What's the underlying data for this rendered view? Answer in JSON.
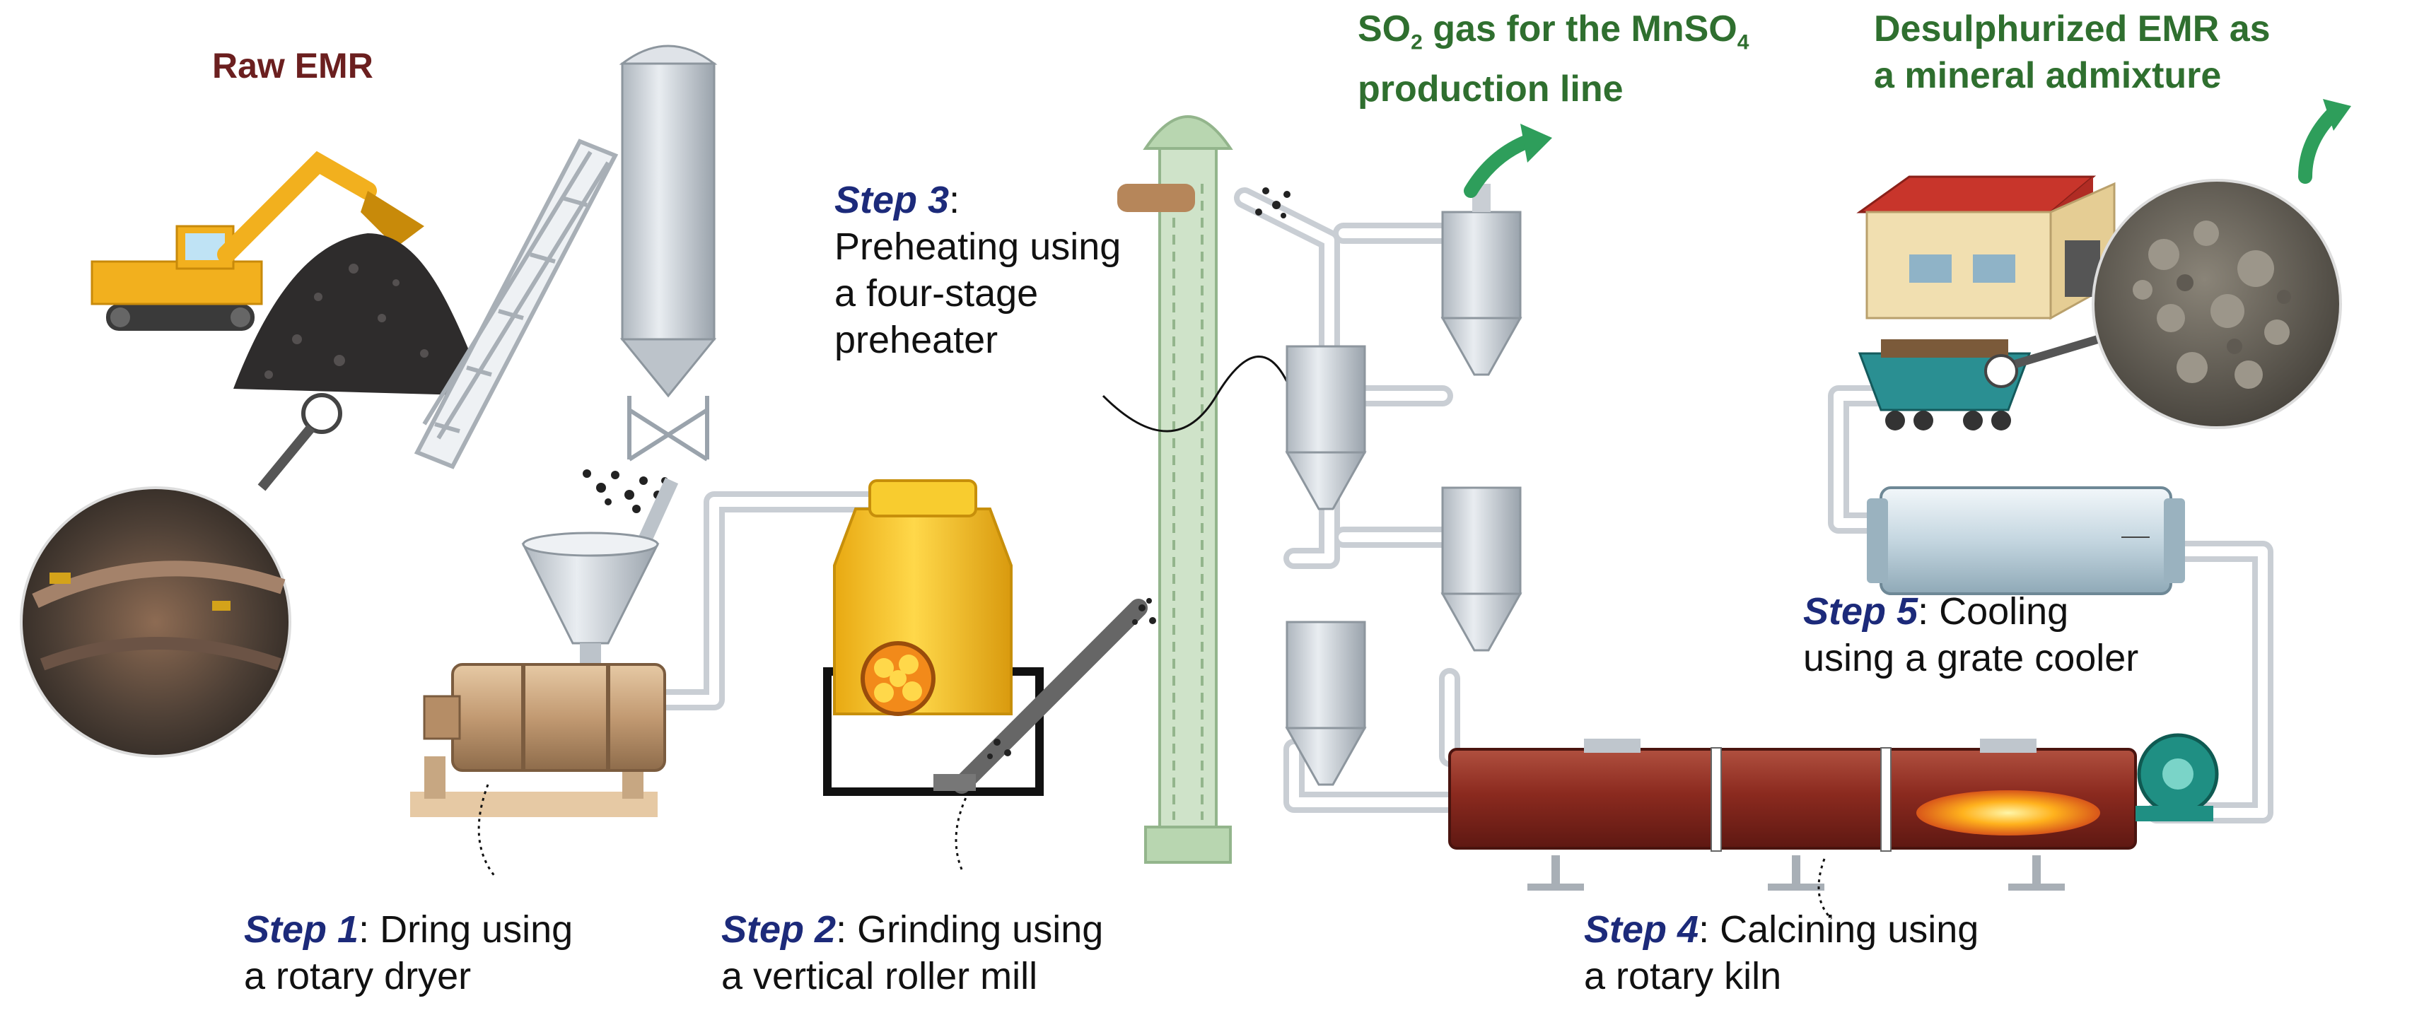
{
  "title_raw": "Raw EMR",
  "so2_gas": {
    "line1_prefix": "SO",
    "line1_sub": "2",
    "line1_mid": " gas for the MnSO",
    "line1_sub2": "4",
    "line2": "production line"
  },
  "desulphurized": {
    "line1": "Desulphurized EMR as",
    "line2": "a mineral admixture"
  },
  "steps": [
    {
      "id": "step1",
      "label": "Step 1",
      "line1": ": Dring  using",
      "line2": "a rotary dryer"
    },
    {
      "id": "step2",
      "label": "Step 2",
      "line1": ":  Grinding using",
      "line2": "a vertical roller mill"
    },
    {
      "id": "step3",
      "label": "Step 3",
      "line1": ":",
      "line2": "Preheating using",
      "line3": "a four-stage",
      "line4": "preheater"
    },
    {
      "id": "step4",
      "label": "Step 4",
      "line1": ":  Calcining  using",
      "line2": "a rotary kiln"
    },
    {
      "id": "step5",
      "label": "Step 5",
      "line1": ":  Cooling",
      "line2": "using a grate cooler"
    }
  ],
  "colors": {
    "pipe": "#e7eaee",
    "kiln": "#8b2a1f",
    "dryer": "#c9a27a",
    "mill": "#f4c21a",
    "preheater": "#c9d1d9",
    "elevator": "#a9c9a4",
    "cooler": "#d6e4ec",
    "arrow_green": "#2e9e5b",
    "step_blue": "#1c2a7a"
  }
}
